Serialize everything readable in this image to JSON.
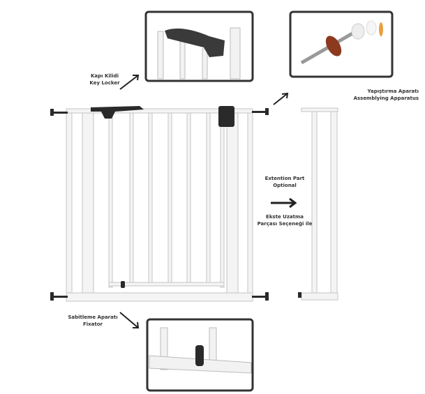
{
  "labels": {
    "key_locker": {
      "tr": "Kapı Kilidi",
      "en": "Key Locker"
    },
    "assembly": {
      "tr": "Yapıştırma Aparatı",
      "en": "Assemblying Apparatus"
    },
    "extension": {
      "en": "Extention Part",
      "en2": "Optional",
      "tr": "Ekste Uzatma",
      "tr2": "Parçası Seçeneği ile"
    },
    "fixator": {
      "tr": "Sabitleme Aparatı",
      "en": "Fixator"
    }
  },
  "colors": {
    "frame": "#f2f2f2",
    "frame_edge": "#c8c8c8",
    "dark": "#2a2a2a",
    "screw_brown": "#8b3a20"
  }
}
